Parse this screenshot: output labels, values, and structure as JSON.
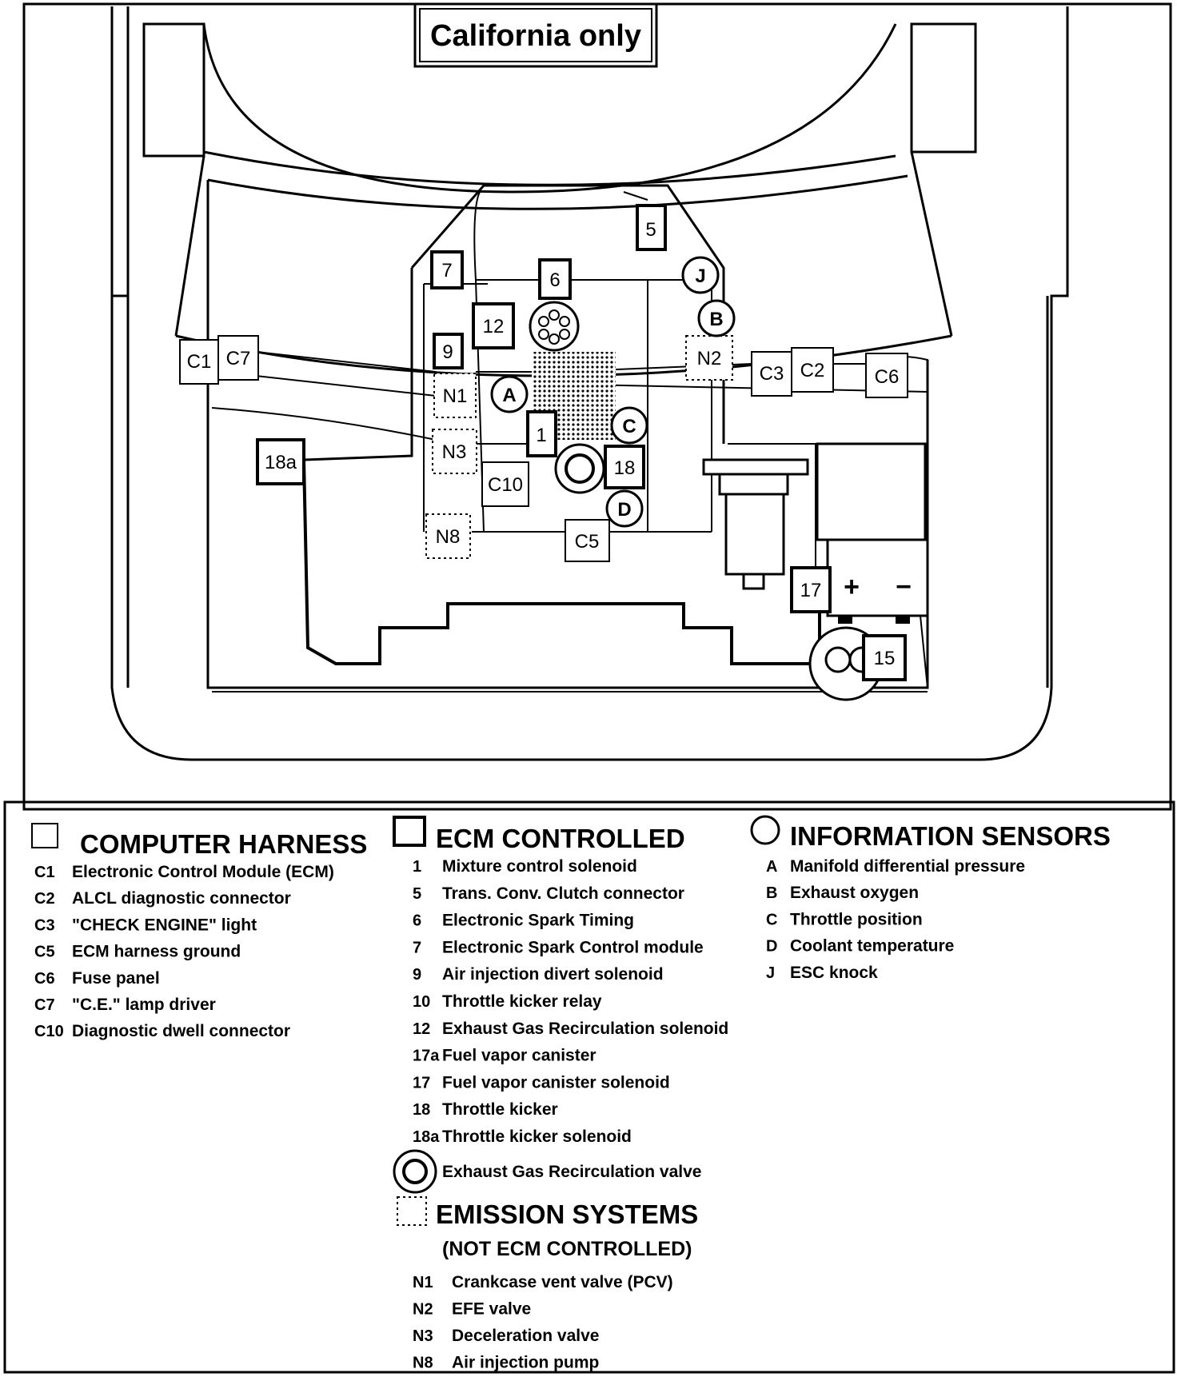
{
  "banner": "California only",
  "diagram_labels": {
    "c1": "C1",
    "c7": "C7",
    "c3": "C3",
    "c2": "C2",
    "c6": "C6",
    "c10": "C10",
    "c5": "C5",
    "n1": "N1",
    "n2": "N2",
    "n3": "N3",
    "n8": "N8",
    "b5": "5",
    "b7": "7",
    "b6": "6",
    "b12": "12",
    "b9": "9",
    "b1": "1",
    "b18": "18",
    "b18a": "18a",
    "b17": "17",
    "b15": "15",
    "sa": "A",
    "sb": "B",
    "sc": "C",
    "sd": "D",
    "sj": "J",
    "plus": "+",
    "minus": "−"
  },
  "legend": {
    "harness": {
      "title": "COMPUTER HARNESS",
      "items": [
        {
          "code": "C1",
          "desc": "Electronic Control Module (ECM)"
        },
        {
          "code": "C2",
          "desc": "ALCL diagnostic connector"
        },
        {
          "code": "C3",
          "desc": "\"CHECK ENGINE\" light"
        },
        {
          "code": "C5",
          "desc": "ECM harness ground"
        },
        {
          "code": "C6",
          "desc": "Fuse panel"
        },
        {
          "code": "C7",
          "desc": "\"C.E.\"  lamp driver"
        },
        {
          "code": "C10",
          "desc": "Diagnostic dwell connector"
        }
      ]
    },
    "ecm": {
      "title": "ECM CONTROLLED",
      "items": [
        {
          "code": "1",
          "desc": "Mixture control solenoid"
        },
        {
          "code": "5",
          "desc": "Trans. Conv. Clutch connector"
        },
        {
          "code": "6",
          "desc": "Electronic Spark Timing"
        },
        {
          "code": "7",
          "desc": "Electronic Spark Control module"
        },
        {
          "code": "9",
          "desc": "Air injection divert solenoid"
        },
        {
          "code": "10",
          "desc": "Throttle kicker relay"
        },
        {
          "code": "12",
          "desc": "Exhaust Gas Recirculation solenoid"
        },
        {
          "code": "17a",
          "desc": "Fuel vapor canister"
        },
        {
          "code": "17",
          "desc": "Fuel vapor canister solenoid"
        },
        {
          "code": "18",
          "desc": "Throttle kicker"
        },
        {
          "code": "18a",
          "desc": "Throttle kicker solenoid"
        }
      ],
      "egr_label": "Exhaust Gas Recirculation valve"
    },
    "emission": {
      "title": "EMISSION SYSTEMS",
      "subtitle": "(NOT ECM CONTROLLED)",
      "items": [
        {
          "code": "N1",
          "desc": "Crankcase vent valve (PCV)"
        },
        {
          "code": "N2",
          "desc": "EFE valve"
        },
        {
          "code": "N3",
          "desc": "Deceleration valve"
        },
        {
          "code": "N8",
          "desc": "Air injection pump"
        }
      ]
    },
    "sensors": {
      "title": "INFORMATION SENSORS",
      "items": [
        {
          "code": "A",
          "desc": "Manifold differential pressure"
        },
        {
          "code": "B",
          "desc": "Exhaust oxygen"
        },
        {
          "code": "C",
          "desc": "Throttle position"
        },
        {
          "code": "D",
          "desc": "Coolant temperature"
        },
        {
          "code": "J",
          "desc": "ESC knock"
        }
      ]
    }
  }
}
